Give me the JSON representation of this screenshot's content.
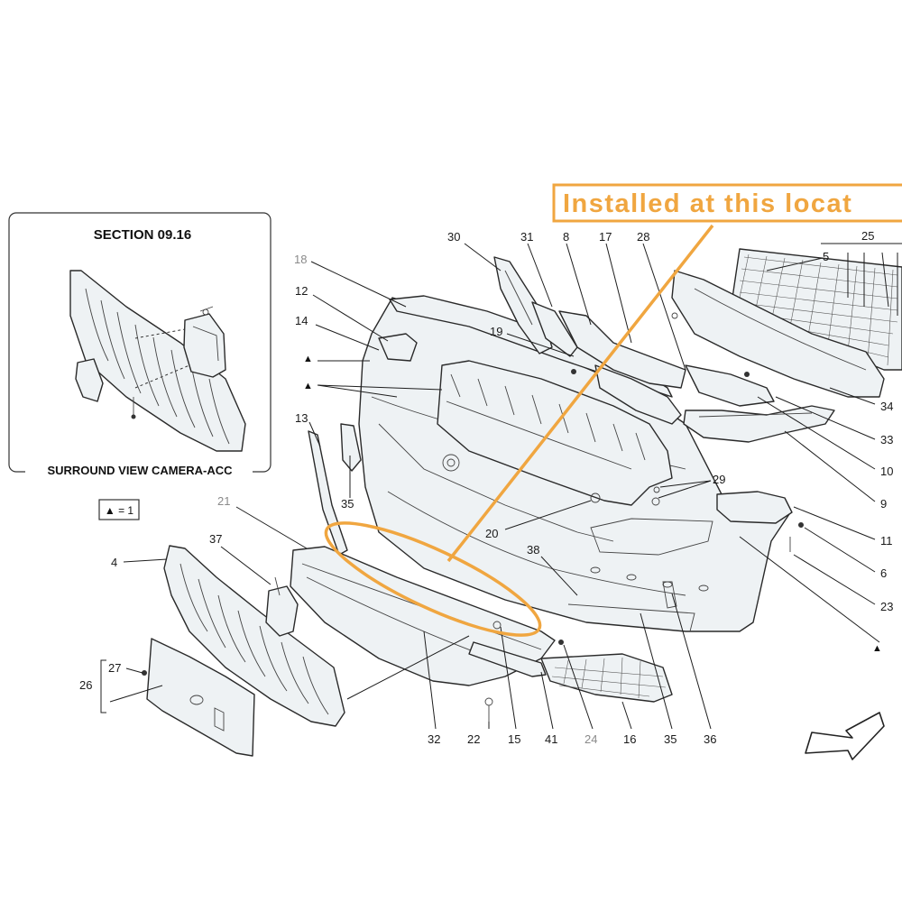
{
  "colors": {
    "line": "#2a2a2a",
    "callout": "#f0a640",
    "callout_text": "#f0a640",
    "part_fill": "#eef2f4"
  },
  "callout": {
    "text": "Installed at this locat"
  },
  "inset": {
    "title": "SECTION 09.16",
    "caption": "SURROUND VIEW CAMERA-ACC"
  },
  "legend": {
    "text": "▲ = 1"
  },
  "markers": {
    "triangle": "▲"
  },
  "direction_icon": "front-direction-arrow-icon",
  "labels": {
    "n30": "30",
    "n31": "31",
    "n8": "8",
    "n17": "17",
    "n28": "28",
    "n25": "25",
    "n5": "5",
    "n18": "18",
    "n12": "12",
    "n14": "14",
    "n19": "19",
    "n13": "13",
    "n35a": "35",
    "n20": "20",
    "n29": "29",
    "n34": "34",
    "n33": "33",
    "n10": "10",
    "n9": "9",
    "n11": "11",
    "n6": "6",
    "n23": "23",
    "n21": "21",
    "n37": "37",
    "n4": "4",
    "n38": "38",
    "n27": "27",
    "n26": "26",
    "n32": "32",
    "n22": "22",
    "n15": "15",
    "n41": "41",
    "n24": "24",
    "n16": "16",
    "n35b": "35",
    "n36": "36"
  }
}
